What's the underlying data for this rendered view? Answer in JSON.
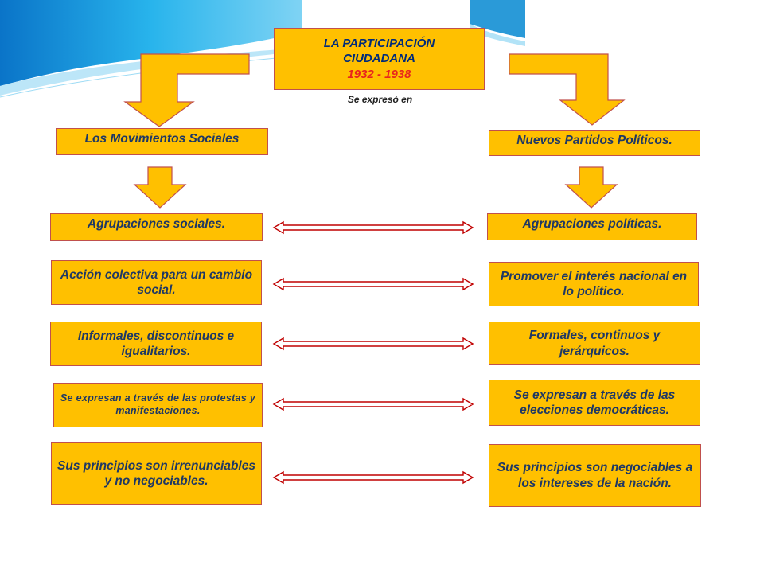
{
  "header": {
    "title_line1": "LA PARTICIPACIÓN",
    "title_line2": "CIUDADANA",
    "years": "1932 - 1938",
    "caption": "Se expresó en"
  },
  "left_branch": {
    "heading": "Los Movimientos Sociales",
    "items": [
      "Agrupaciones sociales.",
      "Acción colectiva para un cambio social.",
      "Informales, discontinuos e igualitarios.",
      "Se expresan a través de las protestas y manifestaciones.",
      "Sus principios son irrenunciables y no negociables."
    ]
  },
  "right_branch": {
    "heading": "Nuevos Partidos Políticos.",
    "items": [
      "Agrupaciones políticas.",
      "Promover el interés nacional en lo político.",
      "Formales, continuos y jerárquicos.",
      "Se expresan a través de las elecciones democráticas.",
      "Sus principios son negociables a los intereses de la nación."
    ]
  },
  "colors": {
    "box_fill": "#ffc000",
    "box_border": "#c0504d",
    "text": "#1f3864",
    "years": "#e8261c",
    "arrow_fill": "#ffc000",
    "arrow_stroke": "#c0504d",
    "double_arrow_fill": "#ffffff",
    "double_arrow_stroke": "#c00000",
    "decor_wave": "#1aa0e0"
  }
}
